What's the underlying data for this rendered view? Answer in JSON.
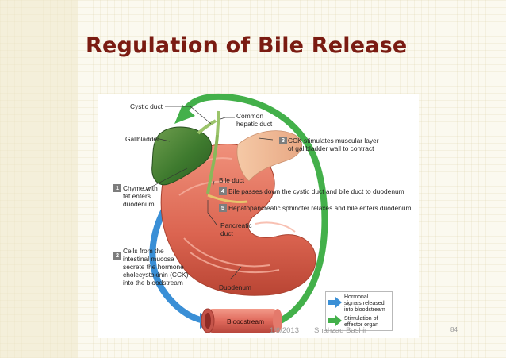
{
  "slide": {
    "title": "Regulation of Bile Release",
    "footer": {
      "date": "1/6/2013",
      "author": "Shahzad Bashir",
      "page": "84"
    }
  },
  "diagram": {
    "labels": {
      "cystic_duct": "Cystic duct",
      "common_hepatic_duct": [
        "Common",
        "hepatic duct"
      ],
      "gallbladder": "Gallbladder",
      "bile_duct": "Bile duct",
      "pancreatic_duct": [
        "Pancreatic",
        "duct"
      ],
      "duodenum": "Duodenum",
      "bloodstream": "Bloodstream"
    },
    "steps": [
      {
        "number": "1",
        "lines": [
          "Chyme with",
          "fat enters",
          "duodenum"
        ]
      },
      {
        "number": "2",
        "lines": [
          "Cells from the",
          "intestinal mucosa",
          "secrete the hormone",
          "cholecystokinin (CCK)",
          "into the bloodstream"
        ]
      },
      {
        "number": "3",
        "lines": [
          "CCK stimulates muscular layer",
          "of gallbladder wall to contract"
        ]
      },
      {
        "number": "4",
        "lines": [
          "Bile passes down the cystic duct and bile duct to duodenum"
        ]
      },
      {
        "number": "5",
        "lines": [
          "Hepatopancreatic sphincter relaxes and bile enters duodenum"
        ]
      }
    ],
    "legend": [
      {
        "lines": [
          "Hormonal",
          "signals released",
          "into bloodstream"
        ],
        "color": "#3a8fd6"
      },
      {
        "lines": [
          "Stimulation of",
          "effector organ"
        ],
        "color": "#43b04a"
      }
    ],
    "colors": {
      "title": "#7a1b12",
      "hormone_arrow": "#3a8fd6",
      "stimulation_arrow": "#43b04a",
      "gallbladder": "#3e7a2e",
      "duodenum": "#e0705a",
      "bloodstream": "#e06a5c",
      "step_badge": "#7d7d7d"
    }
  }
}
